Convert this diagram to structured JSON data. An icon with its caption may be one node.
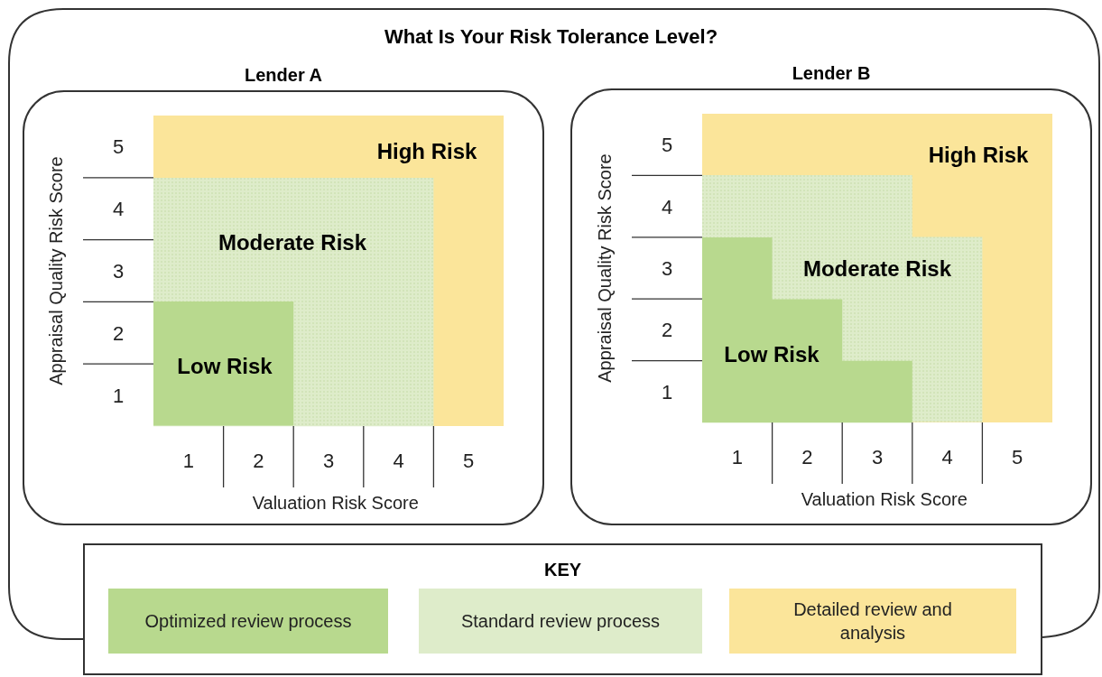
{
  "diagram": {
    "title": "What Is Your Risk Tolerance Level?",
    "nodes": [
      {
        "text": [
          "Lender A"
        ]
      },
      {
        "text": [
          "High Risk"
        ],
        "in": 0
      },
      {
        "text": [
          "Moderate Risk"
        ],
        "in": 1
      },
      {
        "text": [
          "Low Risk"
        ],
        "in": 2
      },
      {
        "text": [
          "Lender B"
        ]
      },
      {
        "text": [
          "High Risk"
        ],
        "in": 4
      },
      {
        "text": [
          "Moderate Risk"
        ],
        "in": 5
      },
      {
        "text": [
          "Low Risk"
        ],
        "in": 6
      },
      {
        "text": [
          "KEY"
        ]
      }
    ],
    "labels": [
      "Appraisal Quality Risk Score",
      "5",
      "4",
      "3",
      "2",
      "1",
      "1",
      "2",
      "3",
      "4",
      "5",
      "Valuation Risk Score",
      "Appraisal Quality Risk Score",
      "5",
      "4",
      "3",
      "2",
      "1",
      "1",
      "2",
      "3",
      "4",
      "5",
      "Valuation Risk Score"
    ],
    "legend": [
      {
        "text": "Optimized review process",
        "color": "#b8d98e"
      },
      {
        "text": "Standard review process",
        "color": "#deecca"
      },
      {
        "text": "Detailed review and analysis",
        "color": "#fbe59a"
      }
    ]
  }
}
